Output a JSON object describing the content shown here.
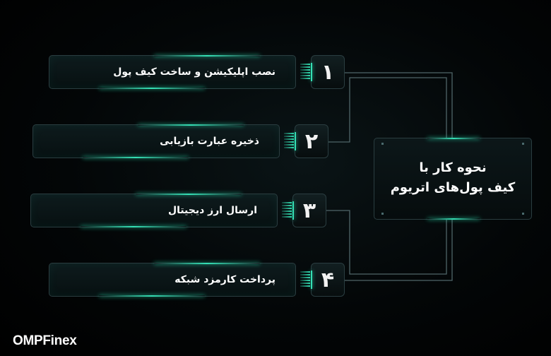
{
  "center": {
    "line1": "نحوه کار با",
    "line2": "کیف پول‌های اتریوم"
  },
  "steps": [
    {
      "number": "۱",
      "label": "نصب اپلیکیشن و ساخت کیف پول"
    },
    {
      "number": "۲",
      "label": "ذخیره عبارت بازیابی"
    },
    {
      "number": "۳",
      "label": "ارسال ارز دیجیتال"
    },
    {
      "number": "۴",
      "label": "پرداخت کارمزد شبکه"
    }
  ],
  "logo": {
    "text": "OMPFinex",
    "accent_color": "#35e0b5"
  },
  "colors": {
    "background": "#000000",
    "accent": "#35e0b5",
    "border": "#2a3d40",
    "connector": "#4f6568"
  }
}
